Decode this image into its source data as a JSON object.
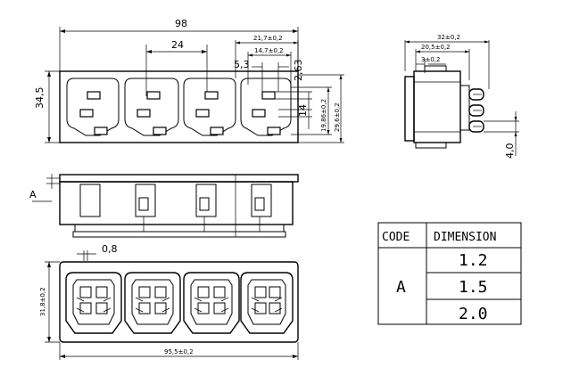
{
  "front_view": {
    "dims": {
      "overall_width": "98",
      "pitch": "24",
      "height": "34,5",
      "d_21_7": "21,7±0,2",
      "d_14_7": "14,7±0,2",
      "d_5_3": "5,3",
      "d_2_63": "2,63",
      "d_14": "14",
      "d_19_86": "19,86±0,2",
      "d_29_6": "29,6±0,2"
    },
    "outlet_count": 4
  },
  "side_view": {
    "dims": {
      "d_32": "32±0,2",
      "d_20_5": "20,5±0,2",
      "d_3": "3±0,2",
      "d_4_0": "4,0"
    }
  },
  "top_view": {
    "dims": {
      "a_label": "A"
    }
  },
  "bottom_view": {
    "dims": {
      "d_0_8": "0,8",
      "d_31_8": "31,8±0,2",
      "d_95_5": "95,5±0,2"
    }
  },
  "table": {
    "headers": [
      "CODE",
      "DIMENSION"
    ],
    "code": "A",
    "values": [
      "1.2",
      "1.5",
      "2.0"
    ]
  }
}
